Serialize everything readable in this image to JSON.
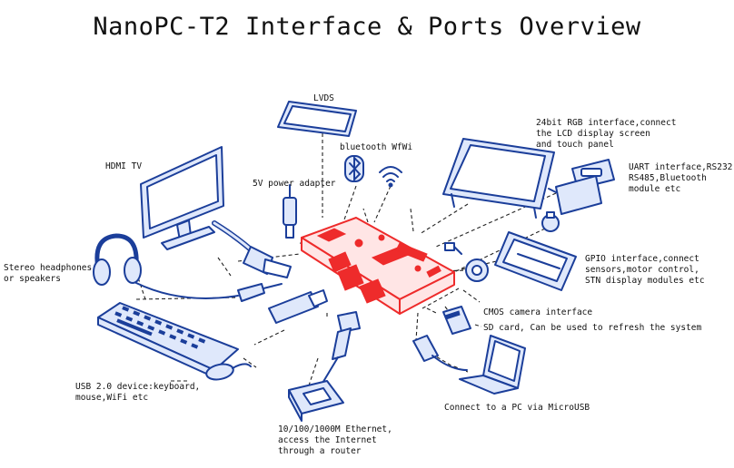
{
  "title": "NanoPC-T2 Interface & Ports Overview",
  "colors": {
    "accent": "#ee2b2b",
    "line": "#1b3e9a",
    "fill": "#dfe8fb",
    "text": "#111111"
  },
  "labels": {
    "lvds": "LVDS",
    "bluetooth_wifi": "bluetooth WfWi",
    "rgb": "24bit RGB interface,connect\nthe LCD display screen\nand touch panel",
    "hdmi": "HDMI TV",
    "power": "5V power adapter",
    "uart": "UART interface,RS232,\nRS485,Bluetooth\nmodule etc",
    "headphones": "Stereo headphones\nor speakers",
    "gpio": "GPIO interface,connect\nsensors,motor control,\nSTN display modules etc",
    "cmos": "CMOS camera interface",
    "sdcard": "SD card, Can be used to refresh the system",
    "usb": "USB 2.0 device:keyboard,\nmouse,WiFi etc",
    "microusb": "Connect to a PC via MicroUSB",
    "ethernet": "10/100/1000M Ethernet,\naccess the Internet\nthrough a router"
  },
  "icons": [
    "lvds-panel-icon",
    "bluetooth-icon",
    "wifi-icon",
    "lcd-touch-panel-icon",
    "hdmi-monitor-icon",
    "hdmi-cable-icon",
    "power-adapter-icon",
    "uart-connector-icon",
    "headphones-icon",
    "audio-jack-icon",
    "usb-stick-icon",
    "keyboard-icon",
    "mouse-icon",
    "gpio-lcd-module-icon",
    "potentiometer-icon",
    "camera-module-icon",
    "sd-card-icon",
    "microusb-cable-icon",
    "laptop-icon",
    "ethernet-cable-icon",
    "router-icon",
    "nanopc-board-icon"
  ]
}
